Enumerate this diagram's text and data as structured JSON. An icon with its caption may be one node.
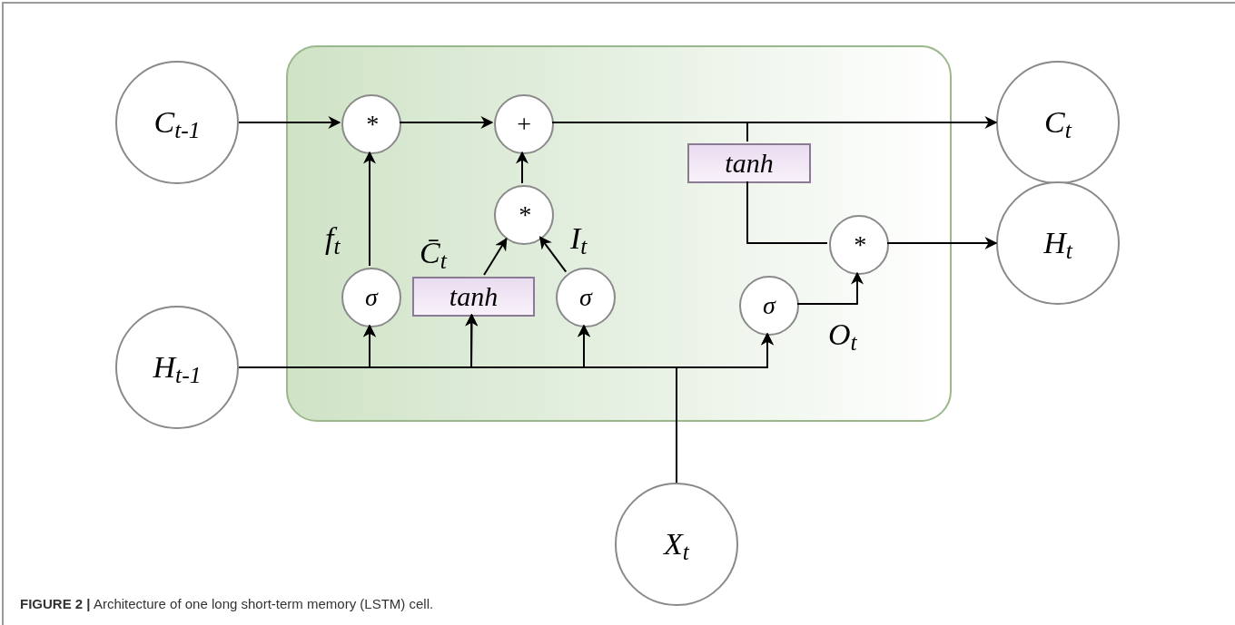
{
  "diagram": {
    "caption": "**FIGURE 2 |** Architecture of one long short-term memory (LSTM) cell.",
    "nodes": [
      {
        "text": [],
        "shape": "box"
      },
      {
        "text": [
          "C$_{t-1}$"
        ]
      },
      {
        "text": [
          "H$_{t-1}$"
        ]
      },
      {
        "text": [
          "X$_{t}$"
        ]
      },
      {
        "text": [
          "C$_{t}$"
        ]
      },
      {
        "text": [
          "H$_{t}$"
        ]
      },
      {
        "text": [
          "*"
        ],
        "in": 0
      },
      {
        "text": [
          "+"
        ],
        "in": 0
      },
      {
        "text": [
          "*"
        ],
        "in": 0
      },
      {
        "text": [
          "σ"
        ],
        "in": 0
      },
      {
        "text": [
          "tanh"
        ],
        "in": 0
      },
      {
        "text": [
          "σ"
        ],
        "in": 0
      },
      {
        "text": [
          "tanh"
        ],
        "in": 0
      },
      {
        "text": [
          "*"
        ],
        "in": 0
      },
      {
        "text": [
          "σ"
        ],
        "in": 0
      }
    ],
    "edges": [
      {
        "from": 1,
        "to": 6,
        "arrow": "to"
      },
      {
        "from": 9,
        "to": 6,
        "arrow": "to",
        "label": "f$_{t}$"
      },
      {
        "from": 6,
        "to": 7,
        "arrow": "to"
      },
      {
        "from": 8,
        "to": 7,
        "arrow": "to"
      },
      {
        "from": 10,
        "to": 8,
        "arrow": "to",
        "label": "C̄$_{t}$"
      },
      {
        "from": 11,
        "to": 8,
        "arrow": "to",
        "label": "I$_{t}$"
      },
      {
        "from": 7,
        "to": 4,
        "arrow": "to"
      },
      {
        "from": 7,
        "to": 12,
        "arrow": "none"
      },
      {
        "from": 12,
        "to": 13,
        "arrow": "none"
      },
      {
        "from": 14,
        "to": 13,
        "arrow": "to",
        "label": "O$_{t}$"
      },
      {
        "from": 13,
        "to": 5,
        "arrow": "to"
      },
      {
        "from": 2,
        "to": 9,
        "arrow": "to"
      },
      {
        "from": 2,
        "to": 10,
        "arrow": "to"
      },
      {
        "from": 2,
        "to": 11,
        "arrow": "to"
      },
      {
        "from": 2,
        "to": 14,
        "arrow": "to"
      },
      {
        "from": 3,
        "to": 9,
        "arrow": "to"
      },
      {
        "from": 3,
        "to": 10,
        "arrow": "to"
      },
      {
        "from": 3,
        "to": 11,
        "arrow": "to"
      },
      {
        "from": 3,
        "to": 14,
        "arrow": "to"
      }
    ]
  }
}
